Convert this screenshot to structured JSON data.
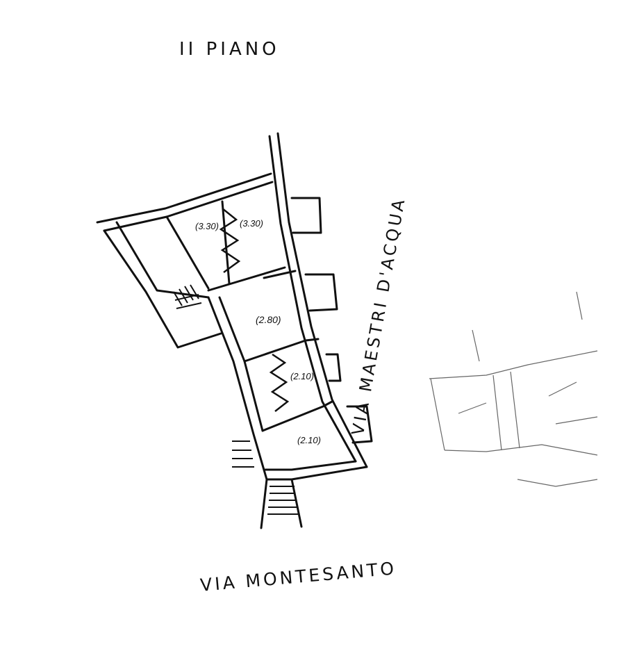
{
  "floor_label": "II PIANO",
  "streets": {
    "east": "VIA MAESTRI D'ACQUA",
    "south": "VIA MONTESANTO"
  },
  "room_heights": [
    {
      "id": "a",
      "label": "(3.30)"
    },
    {
      "id": "b",
      "label": "(3.30)"
    },
    {
      "id": "c",
      "label": "(2.80)"
    },
    {
      "id": "d",
      "label": "(2.10)"
    },
    {
      "id": "e",
      "label": "(2.10)"
    }
  ],
  "colors": {
    "ink": "#111111",
    "paper": "#ffffff"
  }
}
